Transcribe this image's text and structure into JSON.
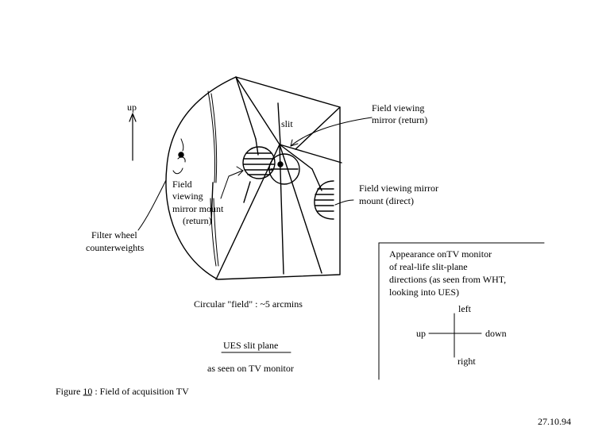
{
  "labels": {
    "up_arrow": "up",
    "slit": "slit",
    "fv_return_1": "Field viewing",
    "fv_return_2": "mirror (return)",
    "mount_return_1": "Field",
    "mount_return_2": "viewing",
    "mount_return_3": "mirror  mount",
    "mount_return_4": "(return)",
    "mount_direct_1": "Field viewing mirror",
    "mount_direct_2": "mount (direct)",
    "filter_1": "Filter wheel",
    "filter_2": "counterweights",
    "circular_field": "Circular \"field\" : ~5 arcmins",
    "ues_slit_plane": "UES slit plane",
    "as_seen": "as seen on TV monitor",
    "figure_caption": "Figure 10 : Field of acquisition TV",
    "date": "27.10.94"
  },
  "box": {
    "line_1": "Appearance onTV monitor",
    "line_2": "of real-life slit-plane",
    "line_3": "directions (as seen from WHT,",
    "line_4": "looking into UES)",
    "left": "left",
    "up": "up",
    "down": "down",
    "right": "right"
  }
}
